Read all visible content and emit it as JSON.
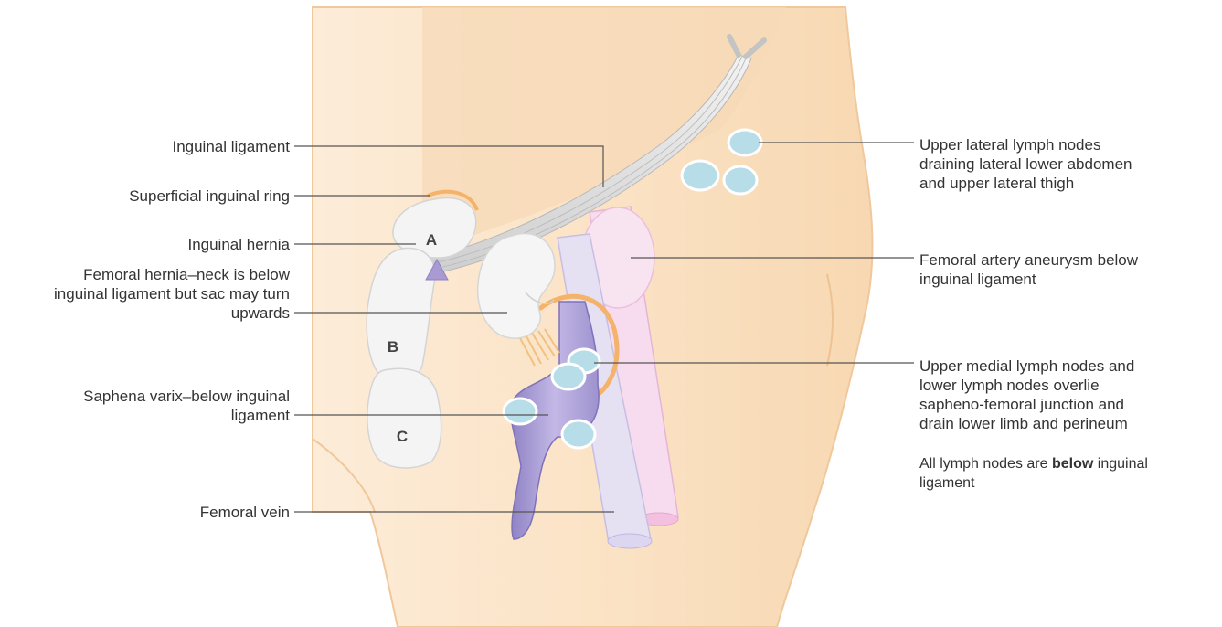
{
  "labels_left": {
    "inguinal_ligament": "Inguinal ligament",
    "superficial_inguinal_ring": "Superficial inguinal ring",
    "inguinal_hernia": "Inguinal hernia",
    "femoral_hernia_line1": "Femoral hernia–neck is below",
    "femoral_hernia_line2": "inguinal ligament but sac may turn",
    "femoral_hernia_line3": "upwards",
    "saphena_varix_line1": "Saphena varix–below inguinal",
    "saphena_varix_line2": "ligament",
    "femoral_vein": "Femoral vein"
  },
  "labels_right": {
    "upper_lateral_line1": "Upper lateral lymph nodes",
    "upper_lateral_line2": "draining lateral lower abdomen",
    "upper_lateral_line3": "and upper lateral thigh",
    "aneurysm_line1": "Femoral artery aneurysm below",
    "aneurysm_line2": "inguinal ligament",
    "medial_line1": "Upper medial lymph nodes and",
    "medial_line2": "lower lymph nodes overlie",
    "medial_line3": "sapheno-femoral junction and",
    "medial_line4": "drain lower limb and perineum",
    "all_nodes_prefix": "All lymph nodes are ",
    "all_nodes_bold": "below",
    "all_nodes_suffix": " inguinal",
    "all_nodes_line2": "ligament"
  },
  "hernia_markers": {
    "a": "A",
    "b": "B",
    "c": "C"
  },
  "colors": {
    "skin": "#fbe3c6",
    "skin_dark": "#f5d2a8",
    "ligament": "#e6e6e6",
    "lymph_node": "#b7dde8",
    "vein": "#b9addd",
    "artery": "#f5dcef",
    "hernia": "#f2f2f2",
    "orange_outline": "#f4b26a",
    "leader_line": "#555555"
  }
}
